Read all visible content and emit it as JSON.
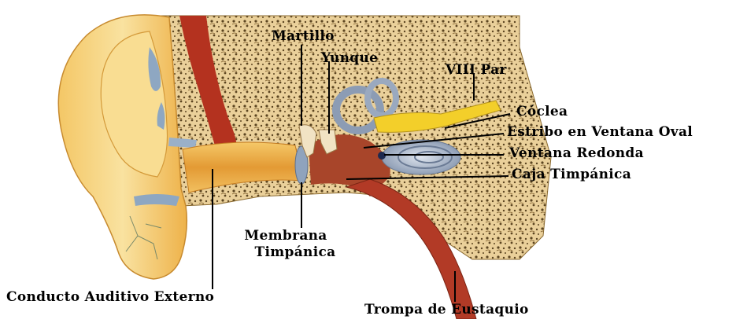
{
  "labels": {
    "martillo": "Martillo",
    "yunque": "Yunque",
    "viii_par": "VIII Par",
    "coclea": "Cóclea",
    "estribo": "Estribo en Ventana Oval",
    "ventana_redonda": "Ventana Redonda",
    "caja_timpanica": "Caja Timpánica",
    "membrana_line1": "Membrana",
    "membrana_line2": "Timpánica",
    "conducto": "Conducto Auditivo Externo",
    "trompa": "Trompa de Eustaquio"
  },
  "colors": {
    "skin_light": "#f7dc8a",
    "skin_mid": "#efb94a",
    "skin_dark": "#d9902a",
    "bone": "#e8c888",
    "bone_dots": "#3a2a10",
    "canal": "#e7a43c",
    "red_tissue": "#b3301f",
    "cavity": "#a8452a",
    "cochlea": "#8c9cb4",
    "cochlea_light": "#c9d2df",
    "nerve": "#f3cf2a",
    "cartilage_blue": "#8ea7c2"
  }
}
